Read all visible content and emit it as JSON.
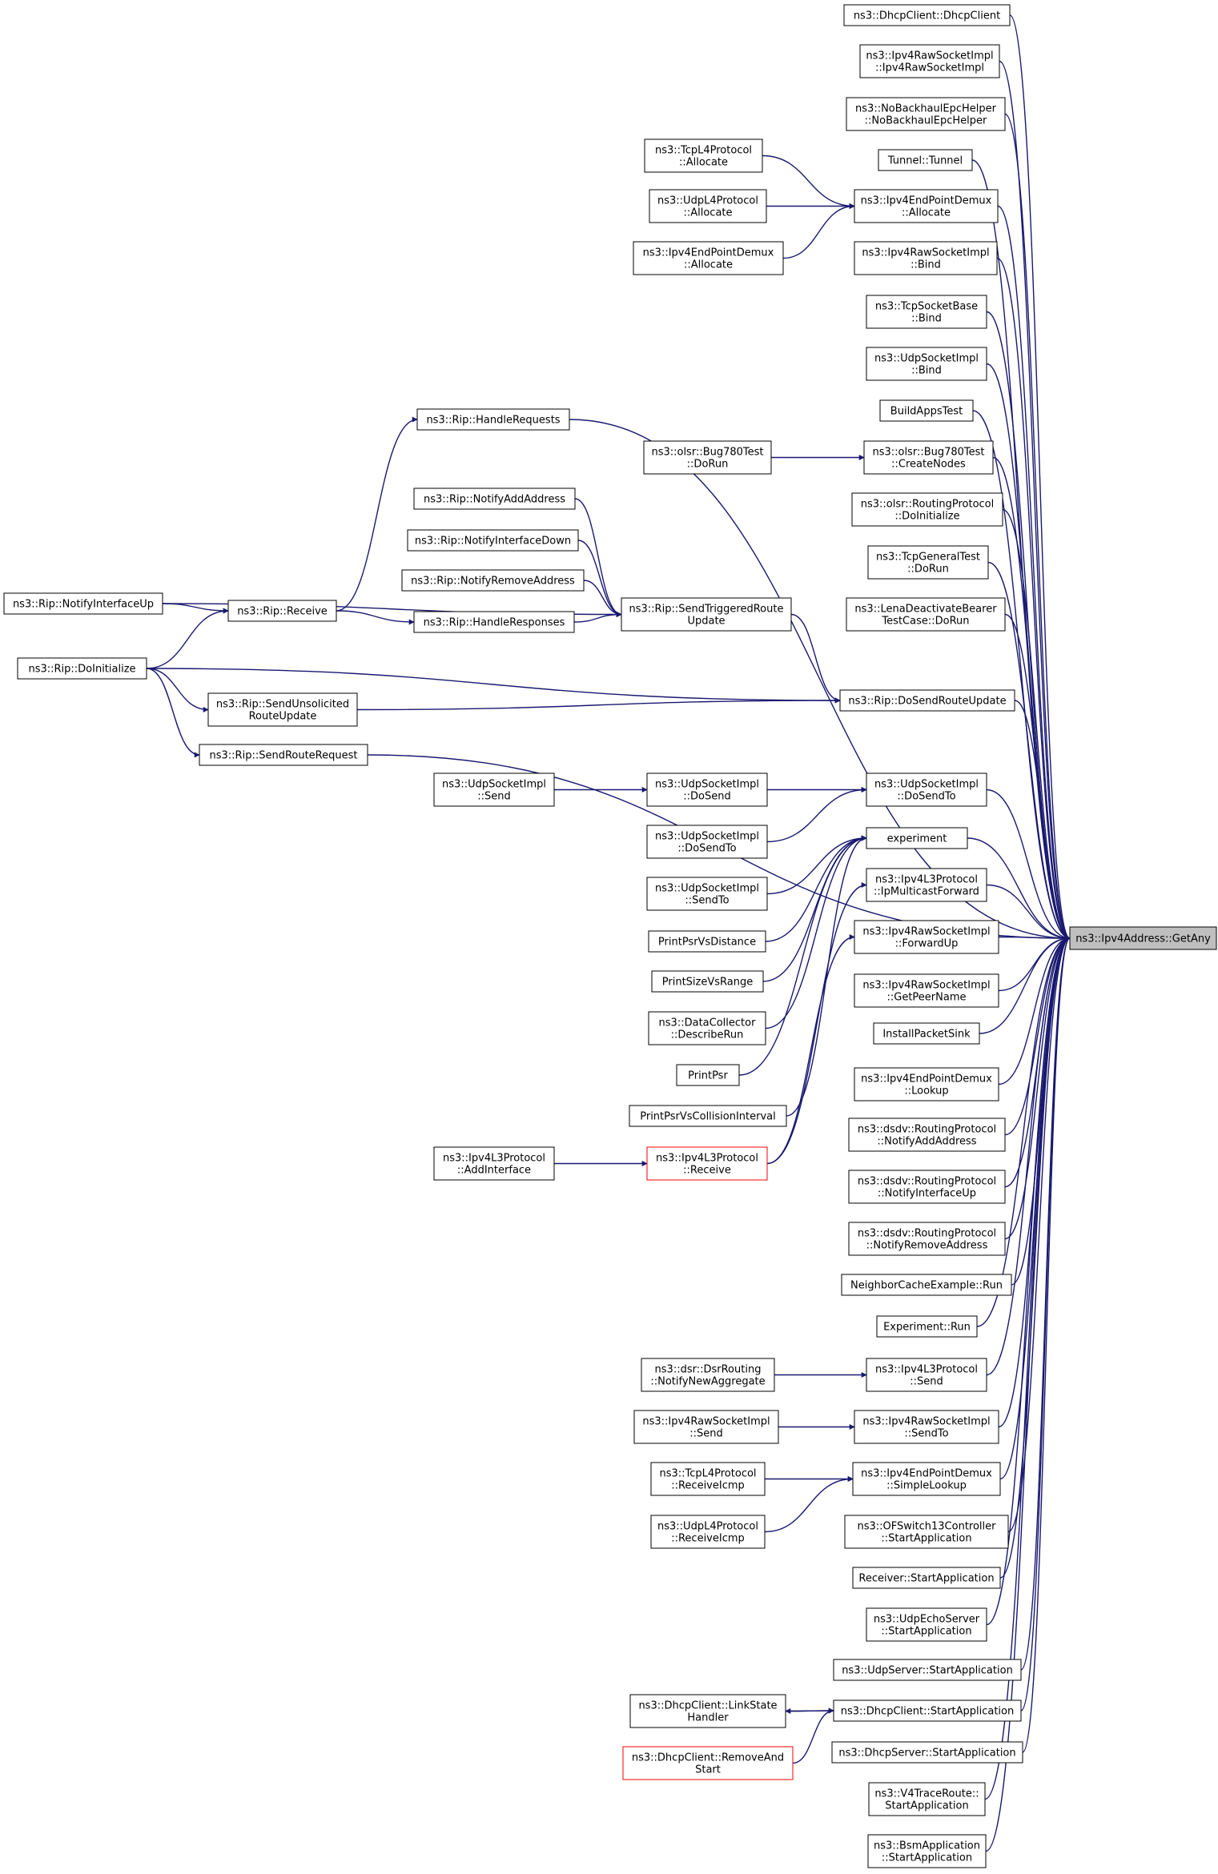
{
  "colors": {
    "edge": "#191970",
    "box": "#000000",
    "box_red": "#ff0000",
    "highlight": "#bfbfbf"
  },
  "nodes": {
    "getany": [
      "ns3::Ipv4Address::GetAny"
    ],
    "dhcpclient_ctor": [
      "ns3::DhcpClient::DhcpClient"
    ],
    "ipv4rawsock_ctor": [
      "ns3::Ipv4RawSocketImpl",
      "::Ipv4RawSocketImpl"
    ],
    "nobackhaul": [
      "ns3::NoBackhaulEpcHelper",
      "::NoBackhaulEpcHelper"
    ],
    "tunnel": [
      "Tunnel::Tunnel"
    ],
    "epdemux_allocate": [
      "ns3::Ipv4EndPointDemux",
      "::Allocate"
    ],
    "tcpl4_allocate": [
      "ns3::TcpL4Protocol",
      "::Allocate"
    ],
    "udpl4_allocate": [
      "ns3::UdpL4Protocol",
      "::Allocate"
    ],
    "epdemux_allocate2": [
      "ns3::Ipv4EndPointDemux",
      "::Allocate"
    ],
    "rawsock_bind": [
      "ns3::Ipv4RawSocketImpl",
      "::Bind"
    ],
    "tcpsock_bind": [
      "ns3::TcpSocketBase",
      "::Bind"
    ],
    "udpsock_bind": [
      "ns3::UdpSocketImpl",
      "::Bind"
    ],
    "buildapps": [
      "BuildAppsTest"
    ],
    "rip_handlerequests": [
      "ns3::Rip::HandleRequests"
    ],
    "olsr_createnodes": [
      "ns3::olsr::Bug780Test",
      "::CreateNodes"
    ],
    "olsr_dorun": [
      "ns3::olsr::Bug780Test",
      "::DoRun"
    ],
    "olsr_doinit": [
      "ns3::olsr::RoutingProtocol",
      "::DoInitialize"
    ],
    "rip_notifyaddaddr": [
      "ns3::Rip::NotifyAddAddress"
    ],
    "rip_notifyifdown": [
      "ns3::Rip::NotifyInterfaceDown"
    ],
    "tcpgeneral": [
      "ns3::TcpGeneralTest",
      "::DoRun"
    ],
    "rip_notifyremoveaddr": [
      "ns3::Rip::NotifyRemoveAddress"
    ],
    "lenadeactivate": [
      "ns3::LenaDeactivateBearer",
      "TestCase::DoRun"
    ],
    "rip_notifyifup": [
      "ns3::Rip::NotifyInterfaceUp"
    ],
    "rip_receive": [
      "ns3::Rip::Receive"
    ],
    "rip_sendtriggered": [
      "ns3::Rip::SendTriggeredRoute",
      "Update"
    ],
    "rip_handleresponses": [
      "ns3::Rip::HandleResponses"
    ],
    "rip_doinit": [
      "ns3::Rip::DoInitialize"
    ],
    "rip_dosendroute": [
      "ns3::Rip::DoSendRouteUpdate"
    ],
    "rip_sendunsolicited": [
      "ns3::Rip::SendUnsolicited",
      "RouteUpdate"
    ],
    "rip_sendrouterequest": [
      "ns3::Rip::SendRouteRequest"
    ],
    "udpsock_dosendto": [
      "ns3::UdpSocketImpl",
      "::DoSendTo"
    ],
    "udpsock_send": [
      "ns3::UdpSocketImpl",
      "::Send"
    ],
    "udpsock_dosend": [
      "ns3::UdpSocketImpl",
      "::DoSend"
    ],
    "udpsock_dosendto2": [
      "ns3::UdpSocketImpl",
      "::DoSendTo"
    ],
    "experiment": [
      "experiment"
    ],
    "udpsock_sendto": [
      "ns3::UdpSocketImpl",
      "::SendTo"
    ],
    "ipv4l3_ipmcast": [
      "ns3::Ipv4L3Protocol",
      "::IpMulticastForward"
    ],
    "printpsrvsdist": [
      "PrintPsrVsDistance"
    ],
    "rawsock_forwardup": [
      "ns3::Ipv4RawSocketImpl",
      "::ForwardUp"
    ],
    "printsizevsrange": [
      "PrintSizeVsRange"
    ],
    "rawsock_getpeername": [
      "ns3::Ipv4RawSocketImpl",
      "::GetPeerName"
    ],
    "datacollector": [
      "ns3::DataCollector",
      "::DescribeRun"
    ],
    "installpacketsink": [
      "InstallPacketSink"
    ],
    "printpsr": [
      "PrintPsr"
    ],
    "epdemux_lookup": [
      "ns3::Ipv4EndPointDemux",
      "::Lookup"
    ],
    "printpsrvscoll": [
      "PrintPsrVsCollisionInterval"
    ],
    "dsdv_notifyaddaddr": [
      "ns3::dsdv::RoutingProtocol",
      "::NotifyAddAddress"
    ],
    "ipv4l3_addif": [
      "ns3::Ipv4L3Protocol",
      "::AddInterface"
    ],
    "ipv4l3_receive": [
      "ns3::Ipv4L3Protocol",
      "::Receive"
    ],
    "dsdv_notifyifup": [
      "ns3::dsdv::RoutingProtocol",
      "::NotifyInterfaceUp"
    ],
    "dsdv_notifyremove": [
      "ns3::dsdv::RoutingProtocol",
      "::NotifyRemoveAddress"
    ],
    "neighborcache": [
      "NeighborCacheExample::Run"
    ],
    "experiment_run": [
      "Experiment::Run"
    ],
    "ipv4l3_send": [
      "ns3::Ipv4L3Protocol",
      "::Send"
    ],
    "dsr_notify": [
      "ns3::dsr::DsrRouting",
      "::NotifyNewAggregate"
    ],
    "rawsock_sendto": [
      "ns3::Ipv4RawSocketImpl",
      "::SendTo"
    ],
    "rawsock_send": [
      "ns3::Ipv4RawSocketImpl",
      "::Send"
    ],
    "epdemux_simplelookup": [
      "ns3::Ipv4EndPointDemux",
      "::SimpleLookup"
    ],
    "tcpl4_receiveicmp": [
      "ns3::TcpL4Protocol",
      "::ReceiveIcmp"
    ],
    "udpl4_receiveicmp": [
      "ns3::UdpL4Protocol",
      "::ReceiveIcmp"
    ],
    "ofswitch": [
      "ns3::OFSwitch13Controller",
      "::StartApplication"
    ],
    "receiver_start": [
      "Receiver::StartApplication"
    ],
    "udpecho_start": [
      "ns3::UdpEchoServer",
      "::StartApplication"
    ],
    "udpserver_start": [
      "ns3::UdpServer::StartApplication"
    ],
    "dhcpclient_start": [
      "ns3::DhcpClient::StartApplication"
    ],
    "dhcpclient_linkstate": [
      "ns3::DhcpClient::LinkState",
      "Handler"
    ],
    "dhcpclient_removeandstart": [
      "ns3::DhcpClient::RemoveAnd",
      "Start"
    ],
    "dhcpserver_start": [
      "ns3::DhcpServer::StartApplication"
    ],
    "v4traceroute": [
      "ns3::V4TraceRoute::",
      "StartApplication"
    ],
    "bsmapp": [
      "ns3::BsmApplication",
      "::StartApplication"
    ]
  }
}
